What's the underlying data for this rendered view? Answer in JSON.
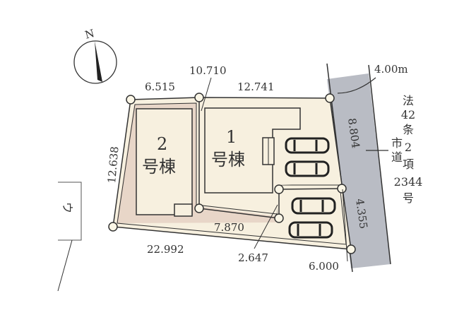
{
  "compass": {
    "label": "N"
  },
  "dimensions": {
    "top_left": "6.515",
    "top_passage": "10.710",
    "top_right": "12.741",
    "left": "12.638",
    "right_upper": "8.804",
    "right_lower": "4.355",
    "bottom": "22.992",
    "inner_bottom": "7.870",
    "inner_short": "2.647",
    "corner_bottom_right": "6.000",
    "road_width": "4.00m"
  },
  "buildings": {
    "b1_number": "1",
    "b1_label": "号棟",
    "b2_number": "2",
    "b2_label": "号棟"
  },
  "road": {
    "name_lines": [
      "市",
      "道"
    ],
    "law_lines": [
      "法",
      "42",
      "条",
      "2",
      "項",
      "2344",
      "号"
    ]
  },
  "neighbor": {
    "label": "ウ"
  },
  "colors": {
    "road": "#b9bcc4",
    "lot": "#f7f0df",
    "lot2_yard": "#e8d6c8",
    "line": "#333333"
  }
}
